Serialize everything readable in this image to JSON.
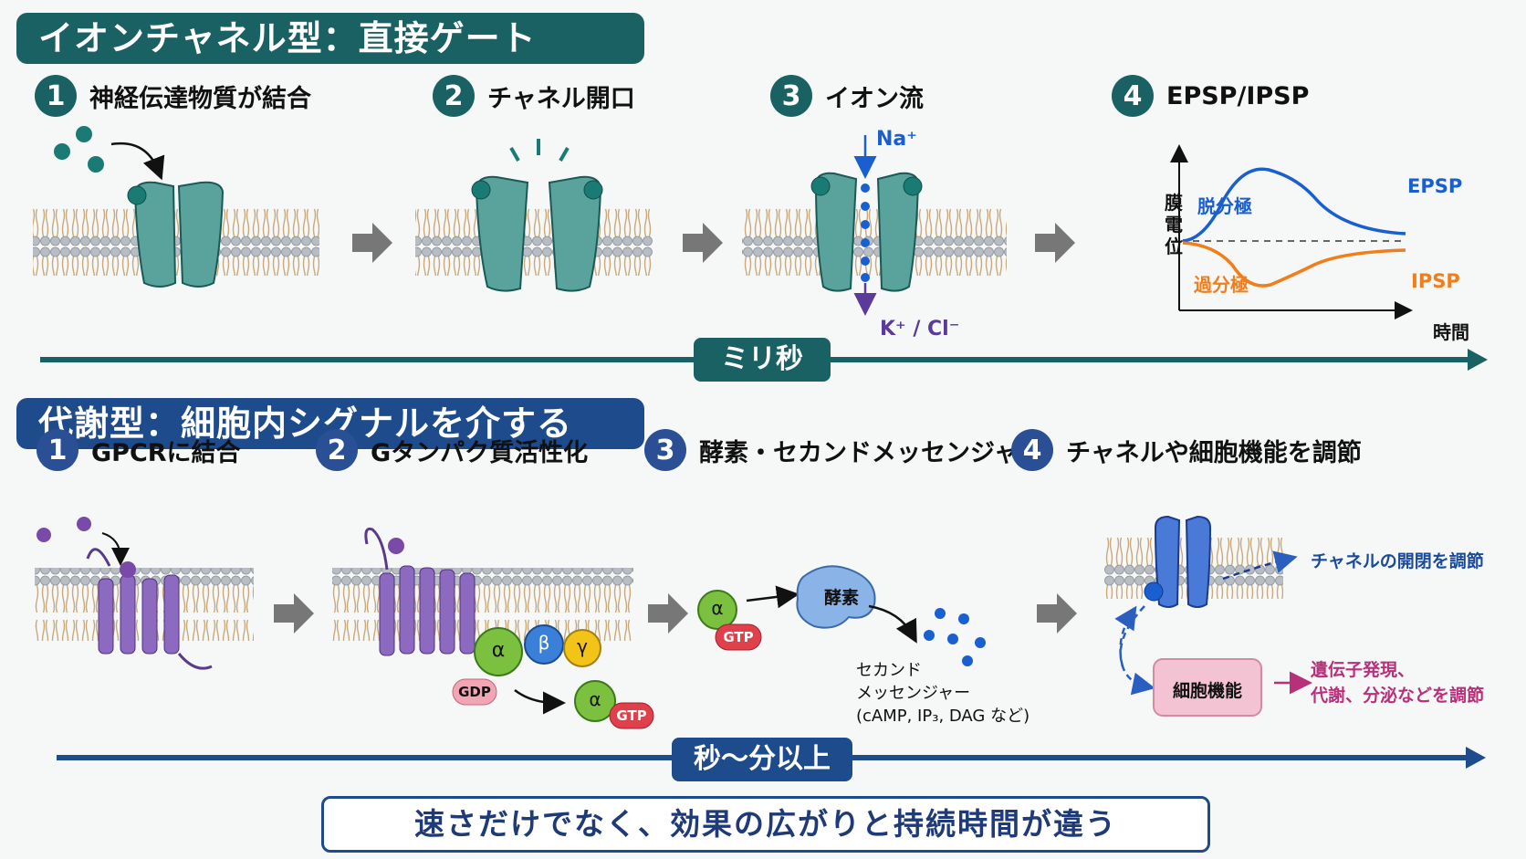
{
  "ion_section": {
    "title": "イオンチャネル型：直接ゲート",
    "steps": [
      {
        "num": "1",
        "label": "神経伝達物質が結合"
      },
      {
        "num": "2",
        "label": "チャネル開口"
      },
      {
        "num": "3",
        "label": "イオン流"
      },
      {
        "num": "4",
        "label": "EPSP/IPSP"
      }
    ],
    "na_label": "Na⁺",
    "k_cl_label": "K⁺ / Cl⁻",
    "timescale": "ミリ秒",
    "graph": {
      "y_axis_label": "膜\n電\n位",
      "depolarization": "脱分極",
      "hyperpolarization": "過分極",
      "epsp": "EPSP",
      "ipsp": "IPSP",
      "x_axis_label": "時間"
    }
  },
  "meta_section": {
    "title": "代謝型：細胞内シグナルを介する",
    "steps": [
      {
        "num": "1",
        "label": "GPCRに結合"
      },
      {
        "num": "2",
        "label": "Gタンパク質活性化"
      },
      {
        "num": "3",
        "label": "酵素・セカンドメッセンジャー"
      },
      {
        "num": "4",
        "label": "チャネルや細胞機能を調節"
      }
    ],
    "alpha": "α",
    "beta": "β",
    "gamma": "γ",
    "gdp": "GDP",
    "gtp": "GTP",
    "enzyme": "酵素",
    "second_messenger": [
      "セカンド",
      "メッセンジャー",
      "(cAMP, IP₃, DAG など)"
    ],
    "channel_regulation": "チャネルの開閉を調節",
    "cell_function": "細胞機能",
    "gene_expression": [
      "遺伝子発現、",
      "代謝、分泌などを調節"
    ],
    "timescale": "秒〜分以上"
  },
  "footer": "速さだけでなく、効果の広がりと持続時間が違う",
  "colors": {
    "ion_accent": "#1a6163",
    "meta_accent": "#1e4b8c",
    "epsp": "#1a5fd0",
    "ipsp": "#f07e1a",
    "receptor": "#8c6ac0",
    "channel": "#5aa39c",
    "gtp": "#e0404a",
    "gdp": "#f2a5b5"
  }
}
